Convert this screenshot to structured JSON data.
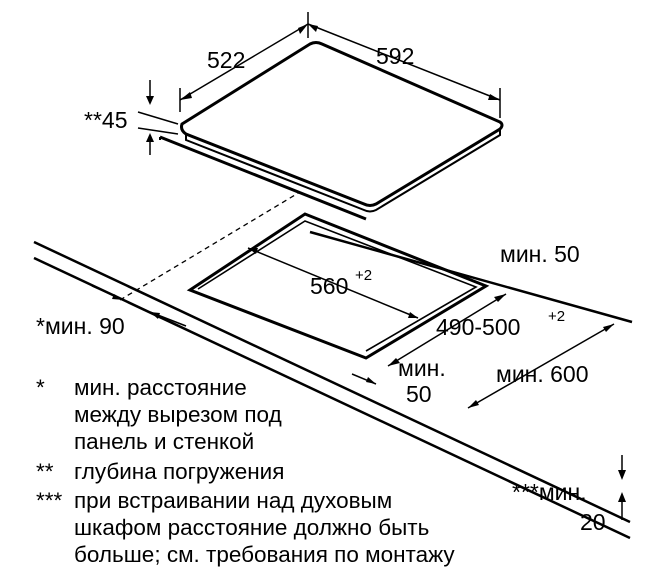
{
  "dimensions": {
    "depth": "522",
    "width": "592",
    "immersion": "**45",
    "cutout_width": "560",
    "cutout_width_tol": "+2",
    "cutout_depth": "490-500",
    "cutout_depth_tol": "+2",
    "min_rear": "мин. 50",
    "min_side": "*мин. 90",
    "min_front_a": "мин.",
    "min_front_b": "50",
    "min_600": "мин. 600",
    "min_bottom_a": "***мин.",
    "min_bottom_b": "20"
  },
  "notes": [
    {
      "mark": "*",
      "lines": [
        "мин. расстояние",
        "между вырезом под",
        "панель и стенкой"
      ]
    },
    {
      "mark": "**",
      "lines": [
        "глубина погружения"
      ]
    },
    {
      "mark": "***",
      "lines": [
        "при встраивании над духовым",
        "шкафом расстояние должно быть",
        "больше; см. требования по монтажу"
      ]
    }
  ]
}
